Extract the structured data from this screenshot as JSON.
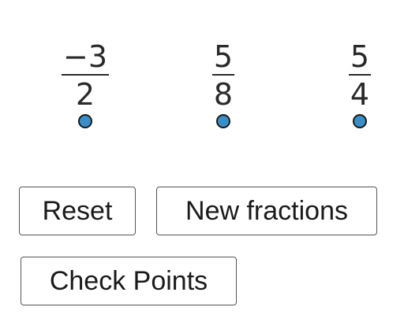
{
  "fractions": [
    {
      "numerator": "−3",
      "denominator": "2"
    },
    {
      "numerator": "5",
      "denominator": "8"
    },
    {
      "numerator": "5",
      "denominator": "4"
    }
  ],
  "colors": {
    "point_fill": "#3b8fc9",
    "text": "#2a2a2a",
    "button_border": "#555555",
    "background": "#ffffff"
  },
  "buttons": {
    "reset_label": "Reset",
    "new_fractions_label": "New fractions",
    "check_points_label": "Check Points"
  }
}
